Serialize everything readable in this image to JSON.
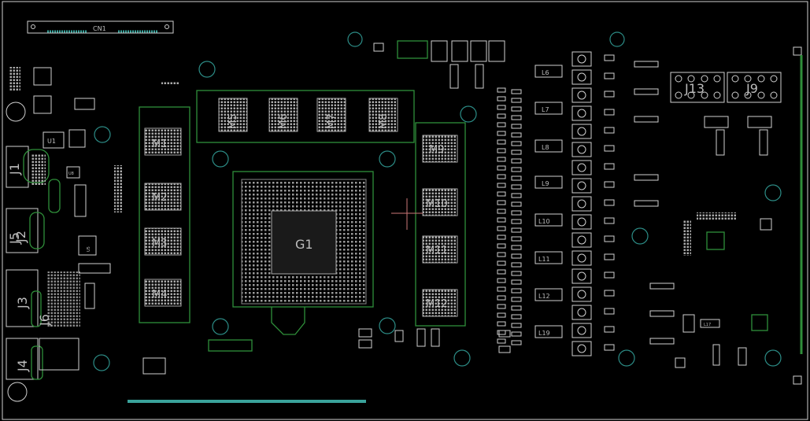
{
  "labels": {
    "connector": "CN1",
    "gpu": "G1",
    "memory": [
      "M1",
      "M2",
      "M3",
      "M4",
      "M5",
      "M6",
      "M7",
      "M8",
      "M9",
      "M10",
      "M11",
      "M12"
    ],
    "inductors": [
      "L6",
      "L7",
      "L8",
      "L9",
      "L10",
      "L11",
      "L12",
      "L19"
    ],
    "jacks_left": [
      "J1",
      "J2",
      "J3",
      "J4"
    ],
    "jack_j5": "J5",
    "jack_j6": "J6",
    "headers_right": [
      "J13",
      "J9"
    ],
    "u1": "U1",
    "u5": "U5",
    "u8": "U8",
    "l17": "L17"
  },
  "colors": {
    "background": "#000000",
    "silkscreen": "#cfcfcf",
    "outline": "#2f8f3a",
    "mounting_hole": "#2c8c86"
  }
}
